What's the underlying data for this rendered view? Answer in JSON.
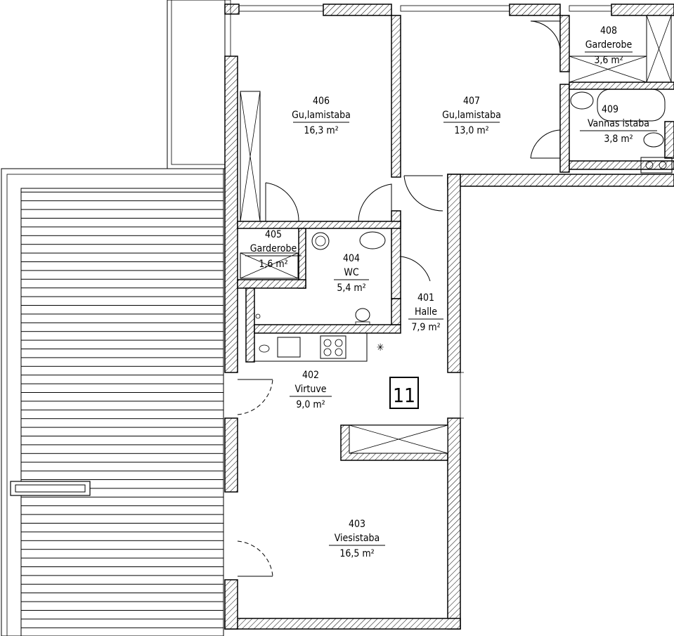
{
  "plan": {
    "apartment_number": "11",
    "area_unit": "m²",
    "rooms": [
      {
        "number": "406",
        "name": "Gu,lamistaba",
        "area": "16,3 m²"
      },
      {
        "number": "407",
        "name": "Gu,lamistaba",
        "area": "13,0 m²"
      },
      {
        "number": "408",
        "name": "Garderobe",
        "area": "3,6 m²"
      },
      {
        "number": "409",
        "name": "Vannas istaba",
        "area": "3,8 m²"
      },
      {
        "number": "405",
        "name": "Garderobe",
        "area": "1,6 m²"
      },
      {
        "number": "404",
        "name": "WC",
        "area": "5,4 m²"
      },
      {
        "number": "401",
        "name": "Halle",
        "area": "7,9 m²"
      },
      {
        "number": "402",
        "name": "Virtuve",
        "area": "9,0 m²"
      },
      {
        "number": "403",
        "name": "Viesistaba",
        "area": "16,5 m²"
      }
    ]
  }
}
